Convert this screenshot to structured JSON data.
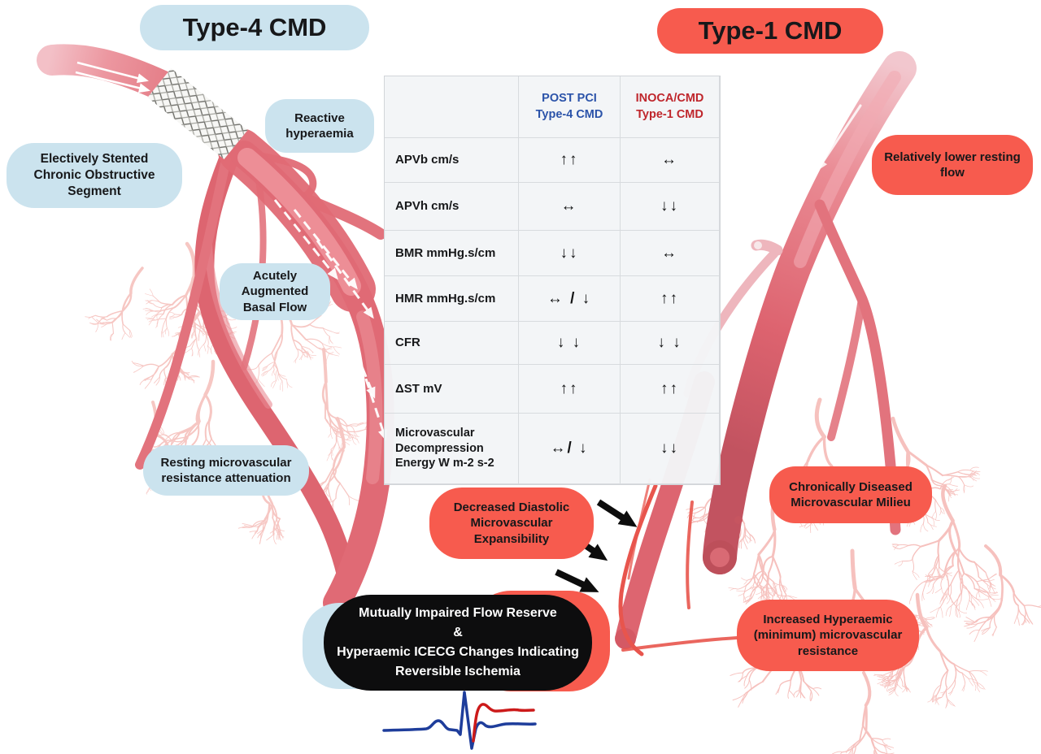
{
  "titles": {
    "type4": "Type-4 CMD",
    "type1": "Type-1 CMD"
  },
  "callouts": {
    "reactive": "Reactive\nhyperaemia",
    "stented": "Electively Stented\nChronic Obstructive\nSegment",
    "augmented": "Acutely\nAugmented\nBasal Flow",
    "resting": "Resting microvascular\nresistance attenuation",
    "lower_flow": "Relatively lower resting\nflow",
    "diseased": "Chronically Diseased\nMicrovascular Milieu",
    "increased": "Increased Hyperaemic\n(minimum) microvascular\nresistance",
    "decreased": "Decreased Diastolic\nMicrovascular\nExpansibility"
  },
  "table": {
    "header": {
      "type4": "POST PCI\nType-4 CMD",
      "type1": "INOCA/CMD\nType-1 CMD"
    },
    "rows": [
      {
        "label": "APVb cm/s",
        "type4": "↑↑",
        "type1": "↔"
      },
      {
        "label": "APVh cm/s",
        "type4": "↔",
        "type1": "↓↓"
      },
      {
        "label": "BMR mmHg.s/cm",
        "type4": "↓↓",
        "type1": "↔"
      },
      {
        "label": "HMR mmHg.s/cm",
        "type4": "↔ / ↓",
        "type1": "↑↑"
      },
      {
        "label": "CFR",
        "type4": "↓ ↓",
        "type1": "↓ ↓"
      },
      {
        "label": "ΔST mV",
        "type4": "↑↑",
        "type1": "↑↑"
      },
      {
        "label": "Microvascular\nDecompression\nEnergy W m-2 s-2",
        "type4": "↔/ ↓",
        "type1": "↓↓"
      }
    ]
  },
  "black_box": {
    "text": "Mutually Impaired Flow Reserve\n&\nHyperaemic ICECG Changes Indicating\nReversible Ischemia"
  },
  "colors": {
    "light_blue_pill": "#cbe3ee",
    "red_pill": "#f75b4e",
    "header_blue": "#2b53a9",
    "header_red": "#bf262c",
    "black_box": "#0d0d0e",
    "ecg_blue": "#1e3d9b",
    "ecg_red": "#cc1a1a",
    "vessel_red": "#dd6570",
    "capillary": "#ef9089"
  }
}
